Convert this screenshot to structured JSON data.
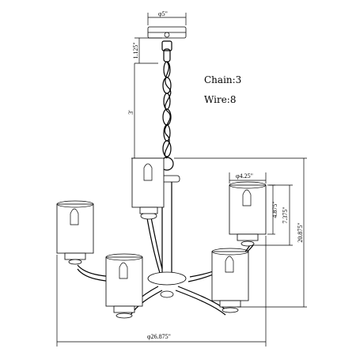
{
  "notes": {
    "chain": "Chain:3",
    "wire": "Wire:8"
  },
  "dimensions": {
    "canopy_diameter": "φ5\"",
    "canopy_height": "1.125\"",
    "chain_length": "3'",
    "shade_diameter": "φ4.25\"",
    "shade_height": "4.875\"",
    "arm_to_top": "7.375\"",
    "body_height": "20.875\"",
    "overall_diameter": "φ26.875\""
  }
}
